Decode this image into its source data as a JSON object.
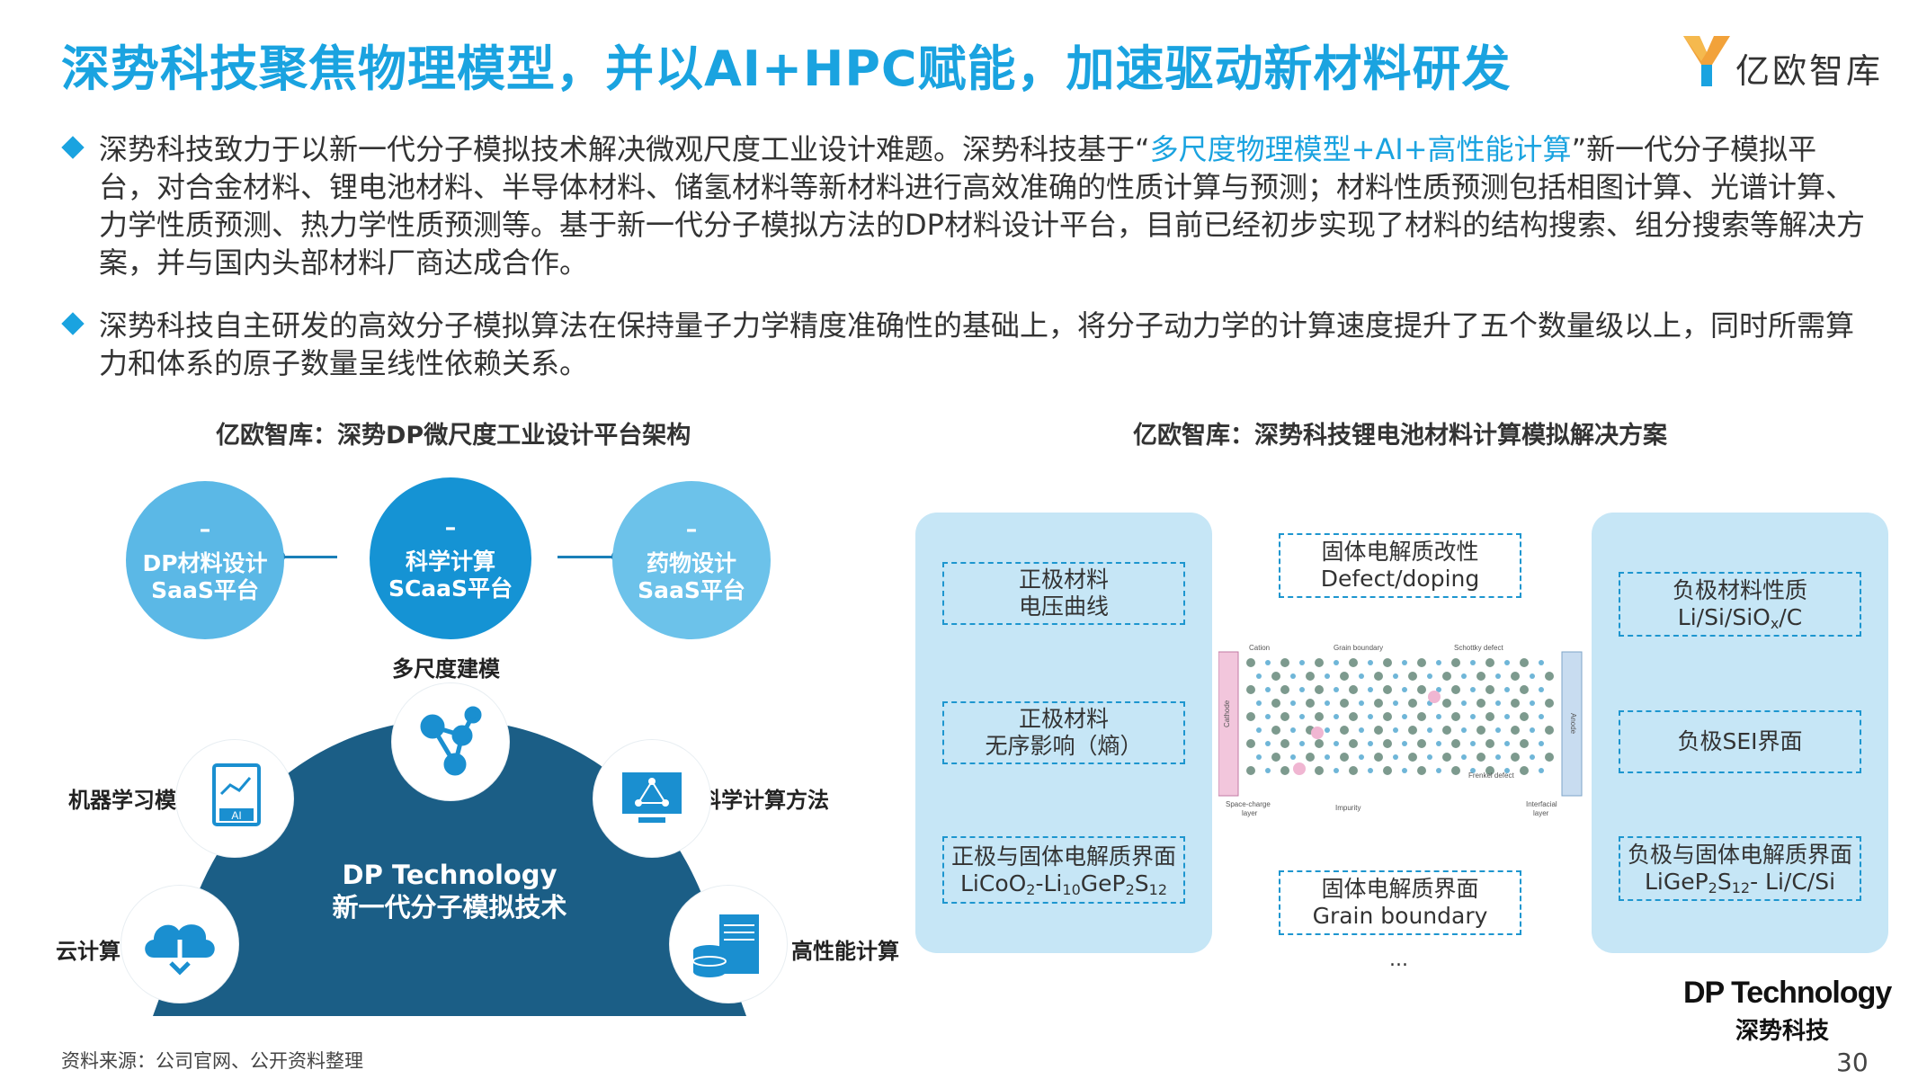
{
  "header": {
    "title": "深势科技聚焦物理模型，并以AI+HPC赋能，加速驱动新材料研发",
    "logo_text": "亿欧智库"
  },
  "bullets": [
    {
      "pre": "深势科技致力于以新一代分子模拟技术解决微观尺度工业设计难题。深势科技基于“",
      "highlight": "多尺度物理模型+AI+高性能计算",
      "post": "”新一代分子模拟平台，对合金材料、锂电池材料、半导体材料、储氢材料等新材料进行高效准确的性质计算与预测；材料性质预测包括相图计算、光谱计算、力学性质预测、热力学性质预测等。基于新一代分子模拟方法的DP材料设计平台，目前已经初步实现了材料的结构搜索、组分搜索等解决方案，并与国内头部材料厂商达成合作。"
    },
    {
      "pre": "深势科技自主研发的高效分子模拟算法在保持量子力学精度准确性的基础上，将分子动力学的计算速度提升了五个数量级以上，同时所需算力和体系的原子数量呈线性依赖关系。",
      "highlight": "",
      "post": ""
    }
  ],
  "left_diagram": {
    "subtitle": "亿欧智库：深势DP微尺度工业设计平台架构",
    "circles": [
      {
        "dash": "–",
        "line1": "DP材料设计",
        "line2": "SaaS平台"
      },
      {
        "dash": "–",
        "line1": "科学计算",
        "line2": "SCaaS平台"
      },
      {
        "dash": "–",
        "line1": "药物设计",
        "line2": "SaaS平台"
      }
    ],
    "core_line1": "DP Technology",
    "core_line2": "新一代分子模拟技术",
    "nodes": {
      "multiscale": "多尺度建模",
      "ml": "机器学习模型",
      "sci_method": "科学计算方法",
      "cloud": "云计算",
      "hpc": "高性能计算"
    },
    "ai_tag": "AI"
  },
  "right_diagram": {
    "subtitle": "亿欧智库：深势科技锂电池材料计算模拟解决方案",
    "left_boxes": [
      {
        "line1": "正极材料",
        "line2": "电压曲线"
      },
      {
        "line1": "正极材料",
        "line2": "无序影响（熵）"
      },
      {
        "line1": "正极与固体电解质界面"
      }
    ],
    "right_boxes": [
      {
        "line1": "负极材料性质"
      },
      {
        "line1": "负极SEI界面"
      },
      {
        "line1": "负极与固体电解质界面"
      }
    ],
    "formula_left": {
      "a": "LiCoO",
      "b": "2",
      "c": "-Li",
      "d": "10",
      "e": "GeP",
      "f": "2",
      "g": "S",
      "h": "12"
    },
    "formula_right_top": {
      "a": "Li/Si/SiO",
      "b": "x",
      "c": "/C"
    },
    "formula_right_bottom": {
      "a": "LiGeP",
      "b": "2",
      "c": "S",
      "d": "12",
      "e": "- Li/C/Si"
    },
    "center_top": {
      "line1": "固体电解质改性",
      "line2": "Defect/doping"
    },
    "center_bottom": {
      "line1": "固体电解质界面",
      "line2": "Grain boundary"
    },
    "ellipsis": "...",
    "lattice_labels": {
      "cation": "Cation",
      "grain": "Grain boundary",
      "schottky": "Schottky defect",
      "cathode": "Cathode",
      "anode": "Anode",
      "frenkel": "Frenkel defect",
      "impurity": "Impurity",
      "space1": "Space-charge",
      "space2": "layer",
      "interfacial1": "Interfacial",
      "interfacial2": "layer"
    }
  },
  "footer": {
    "source": "资料来源：公司官网、公开资料整理",
    "page": "30",
    "dp_en": "DP Technology",
    "dp_cn": "深势科技"
  },
  "colors": {
    "accent": "#1aa3e0",
    "arch": "#1b5e86",
    "panel": "#c6e6f6",
    "dashed": "#1d96cf"
  }
}
